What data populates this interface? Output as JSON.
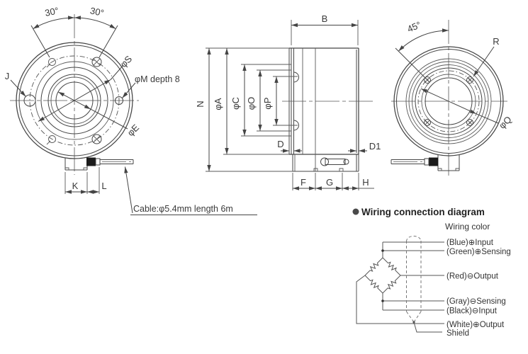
{
  "drawing": {
    "front_view": {
      "angle_left": "30°",
      "angle_right": "30°",
      "j": "J",
      "s": "φS",
      "m": "φM depth 8",
      "e": "φE",
      "k": "K",
      "l": "L",
      "cable_note": "Cable:φ5.4mm length 6m"
    },
    "side_view": {
      "b": "B",
      "n": "N",
      "a": "φA",
      "c": "φC",
      "o": "φO",
      "p": "φP",
      "d": "D",
      "d1": "D1",
      "f": "F",
      "g": "G",
      "h": "H"
    },
    "rear_view": {
      "angle": "45°",
      "r": "R",
      "q": "φQ"
    },
    "wiring": {
      "heading": "Wiring connection diagram",
      "subheading": "Wiring color",
      "wires": [
        "(Blue)⊕Input",
        "(Green)⊕Sensing",
        "(Red)⊖Output",
        "(Gray)⊖Sensing",
        "(Black)⊖Input",
        "(White)⊕Output"
      ],
      "shield": "Shield"
    }
  },
  "colors": {
    "line": "#454545",
    "text": "#3a3a3a",
    "gland": "#1c1c1c"
  }
}
